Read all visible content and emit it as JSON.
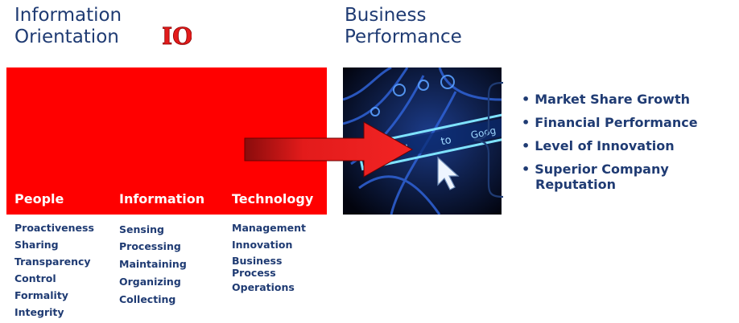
{
  "left_title": [
    "Information",
    "Orientation"
  ],
  "logo_text": "IO",
  "right_title": [
    "Business",
    "Performance"
  ],
  "columns": [
    {
      "heading": "People",
      "items": [
        "Proactiveness",
        "Sharing",
        "Transparency",
        "Control",
        "Formality",
        "Integrity"
      ]
    },
    {
      "heading": "Information",
      "items": [
        "Sensing",
        "Processing",
        "Maintaining",
        "Organizing",
        "Collecting"
      ]
    },
    {
      "heading": "Technology",
      "items": [
        "Management",
        "Innovation",
        "Business Process",
        "Operations"
      ]
    }
  ],
  "photo_text": [
    "Add",
    "to",
    "Goog"
  ],
  "outcomes": [
    {
      "bullet": "•",
      "line1": "Market Share Growth",
      "line2": ""
    },
    {
      "bullet": "•",
      "line1": "Financial Performance",
      "line2": ""
    },
    {
      "bullet": "•",
      "line1": "Level of Innovation",
      "line2": ""
    },
    {
      "bullet": "•",
      "line1": "Superior Company",
      "line2": "Reputation"
    }
  ],
  "colors": {
    "red": "#ff0000",
    "navy": "#1f3b73",
    "arrow": "#e31b1b",
    "photo_bg": "#050a1e",
    "photo_glow": "#7fe3ff"
  }
}
